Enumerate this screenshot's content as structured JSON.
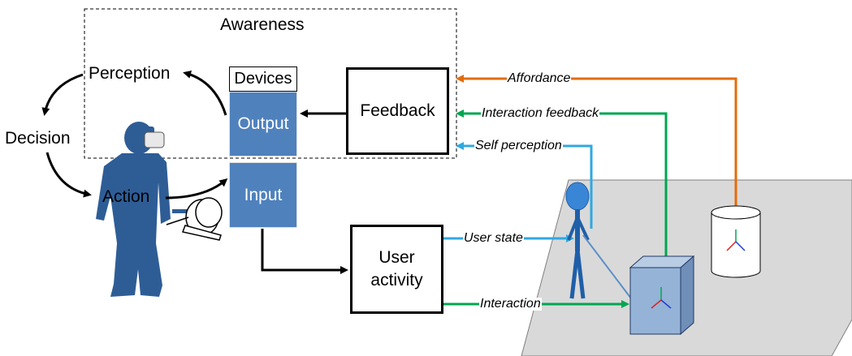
{
  "awareness": {
    "title": "Awareness"
  },
  "loop": {
    "perception": "Perception",
    "decision": "Decision",
    "action": "Action"
  },
  "devices": {
    "title": "Devices",
    "output": "Output",
    "input": "Input"
  },
  "boxes": {
    "feedback": "Feedback",
    "user_activity_line1": "User",
    "user_activity_line2": "activity"
  },
  "flows": {
    "affordance": "Affordance",
    "interaction_feedback": "Interaction feedback",
    "self_perception": "Self perception",
    "user_state": "User state",
    "interaction": "Interaction"
  },
  "colors": {
    "affordance": "#e36c0a",
    "interaction": "#00a650",
    "user": "#2fa8e0",
    "device_fill": "#4f81bd",
    "plane": "#d9d9d9",
    "cube": "#95b3d7"
  }
}
